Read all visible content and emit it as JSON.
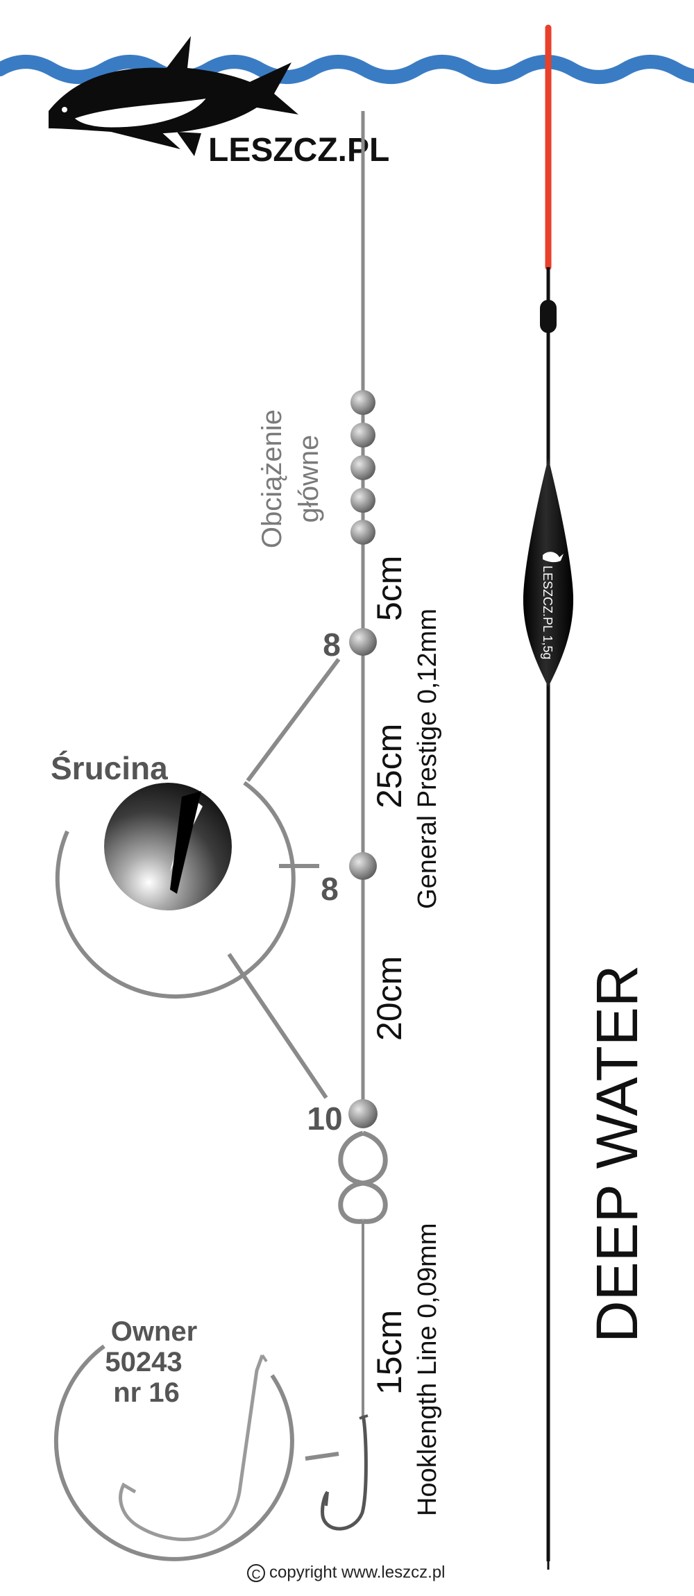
{
  "logo": {
    "text": "LESZCZ.PL"
  },
  "main_weight_label": [
    "Obciążenie",
    "główne"
  ],
  "shot_sizes": {
    "upper": "8",
    "middle": "8",
    "lower": "10"
  },
  "shot_name": "Śrucina",
  "segments": {
    "seg_5": "5cm",
    "seg_25": "25cm",
    "seg_20": "20cm",
    "seg_15": "15cm"
  },
  "main_line": "General Prestige 0,12mm",
  "hook_line": "Hooklength Line 0,09mm",
  "hook": {
    "brand": "Owner",
    "model": "50243",
    "size": "nr 16"
  },
  "float": {
    "brand": "LESZCZ.PL 1,5g"
  },
  "deep_water": "DEEP WATER",
  "copyright": {
    "symbol": "C",
    "text": "copyright www.leszcz.pl"
  },
  "colors": {
    "water": "#3a7cc4",
    "antenna": "#e8402a",
    "line": "#8a8a8a",
    "float_body": "#111111",
    "text": "#111111",
    "grey_text": "#7a7a7a"
  }
}
